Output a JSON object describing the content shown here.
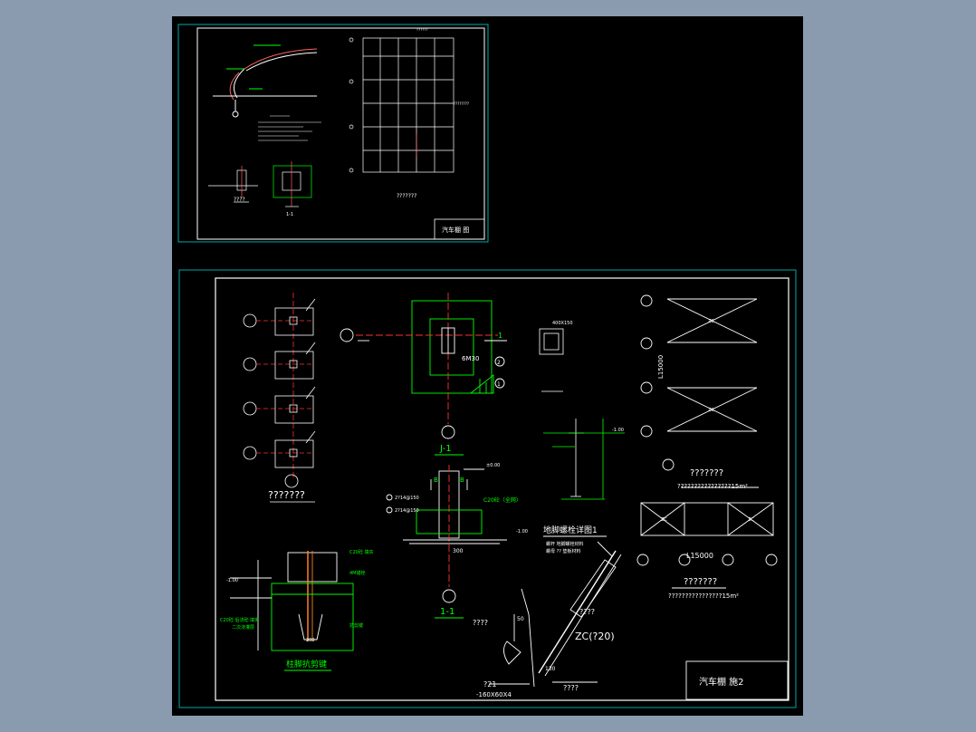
{
  "top_sheet": {
    "section_1_1": "1-1",
    "question_left": "????",
    "question_plan": "???????",
    "grid_note_top": "??????",
    "grid_note_right": "????????",
    "title_block": "汽车棚  图"
  },
  "bottom_sheet": {
    "labels": {
      "j1": "J-1",
      "question_plan": "???????",
      "base_note": "6M30",
      "sec_1": "1",
      "sec_1_1": "1-1",
      "dim_300": "300",
      "b": "B",
      "c20": "C20砼（全网）",
      "anchor_1": "2?14@150",
      "anchor_2": "2?14@150",
      "dim_ground": "-1.00",
      "title_anchor": "地脚螺栓详图1",
      "note_anchor_1": "螺杆 地脚螺栓材料",
      "note_anchor_2": "螺母 ?? 垫板材料",
      "foot_title": "柱脚抗剪键",
      "c20_fill": "C20砼 填实",
      "c20_left": "C20砼 后浇砼 填实",
      "grout": "二次浇灌层",
      "shear_key": "抗剪键",
      "anchor_bolt": "4M锚栓",
      "z_label": "ZC(?20)",
      "q1": "????",
      "q2": "????",
      "q3": "????",
      "q4": "?21",
      "plate": "-160X60X4",
      "dim_50": "50",
      "dim_130": "130",
      "span_l15000": "L15000",
      "span_15000": "L15000",
      "plan_a_title": "???????",
      "plan_a_note": "????????????????15m²",
      "plan_b_title": "???????",
      "plan_b_note": "????????????????15m²",
      "zc": "ZC",
      "title_block": "汽车棚    施2",
      "minus_100": "-1.00",
      "plus_0": "±0.00",
      "dim_200": "200",
      "grid_1": "1",
      "grid_2": "2",
      "sec_400": "400X150"
    }
  }
}
